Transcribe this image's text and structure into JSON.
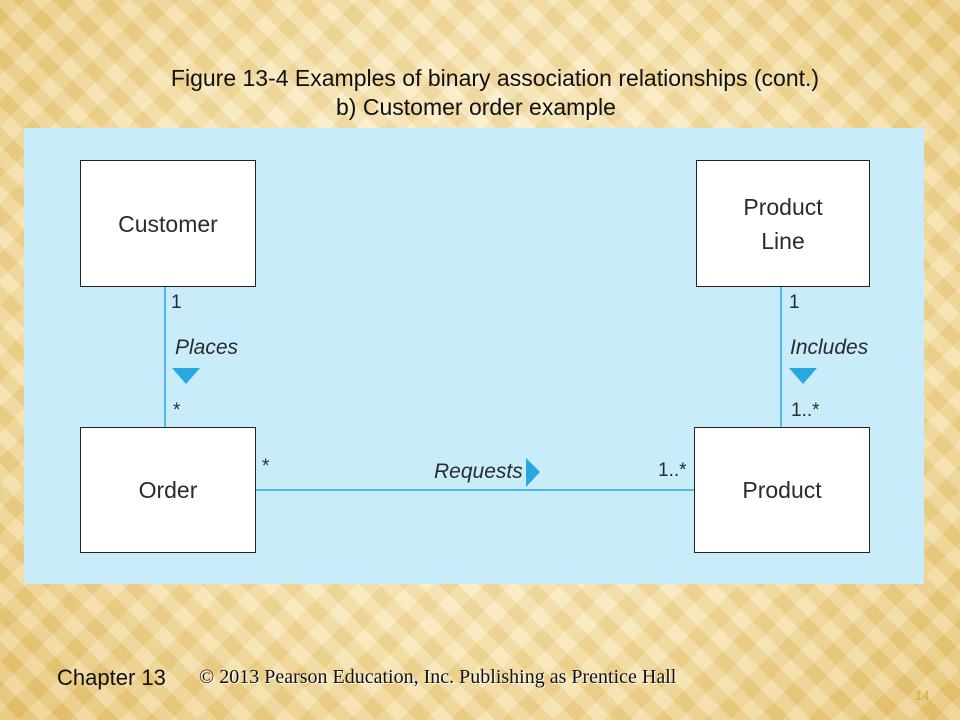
{
  "header": {
    "title": "Figure 13-4 Examples of binary association relationships (cont.)",
    "subtitle": "b) Customer order example"
  },
  "diagram": {
    "classes": {
      "customer": "Customer",
      "product_line": "Product\nLine",
      "order": "Order",
      "product": "Product"
    },
    "associations": {
      "places": {
        "role": "Places",
        "customer_mult": "1",
        "order_mult": "*"
      },
      "includes": {
        "role": "Includes",
        "product_line_mult": "1",
        "product_mult": "1..*"
      },
      "requests": {
        "role": "Requests",
        "order_mult": "*",
        "product_mult": "1..*"
      }
    },
    "accent_color": "#29a8df",
    "background_color": "#c8ecf9"
  },
  "footer": {
    "chapter": "Chapter 13",
    "copyright": "© 2013 Pearson Education, Inc.  Publishing as Prentice Hall",
    "page_number": "14"
  }
}
